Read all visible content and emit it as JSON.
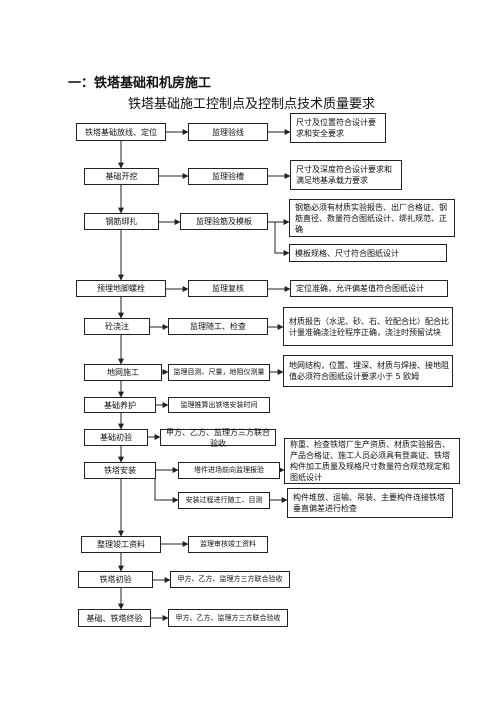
{
  "section_heading": "一：铁塔基础和机房施工",
  "title": "铁塔基础施工控制点及控制点技术质量要求",
  "steps": {
    "s1": "铁塔基础放线、定位",
    "s2": "基础开挖",
    "s3": "钢筋绑扎",
    "s4": "预埋地脚螺栓",
    "s5": "砼浇注",
    "s6": "地网施工",
    "s7": "基础养护",
    "s8": "基础初验",
    "s9": "铁塔安装",
    "s10": "整理竣工资料",
    "s11": "铁塔初验",
    "s12": "基础、铁塔终验"
  },
  "controls": {
    "c1": "监理验线",
    "c2": "监理验槽",
    "c3": "监理验筋及模板",
    "c4": "监理复核",
    "c5": "监理随工、检查",
    "c6": "监理目测、尺量，地阻仪测量",
    "c7": "监理推算出铁塔安装时间",
    "c8": "甲方、乙方、监理方三方联合验收",
    "c9": "塔件进场前向监理报验",
    "c9b": "安装过程进行随工、目测",
    "c10": "监理审核竣工资料",
    "c11": "甲方、乙方、监理方三方联合验收",
    "c12": "甲方、乙方、监理方三方联合验收"
  },
  "requirements": {
    "r1": "尺寸及位置符合设计要求和安全要求",
    "r2": "尺寸及深度符合设计要求和满足地基承载力要求",
    "r3a": "钢筋必须有材质实验报告、出厂合格证、钢筋直径、数量符合图纸设计、绑扎规范、正确",
    "r3b": "模板规格、尺寸符合图纸设计",
    "r4": "定位准确，允许偏差值符合图纸设计",
    "r5": "材质报告（水泥、砂、石、砼配合比）配合比计量准确浇注砼程序正确，浇注时预留试块",
    "r6": "地网结构，位置、埋深、材质与焊接、接地阻值必须符合图纸设计要求小于 5 欧姆",
    "r9a": "称重、检查铁塔厂生产资质、材质实验报告、产品合格证、施工人员必须具有登高证、铁塔构件加工质量及规格尺寸数量符合规范规定和图纸设计",
    "r9b": "构件堆放、运输、吊装、主要构件连接铁塔垂直偏差进行检查"
  }
}
